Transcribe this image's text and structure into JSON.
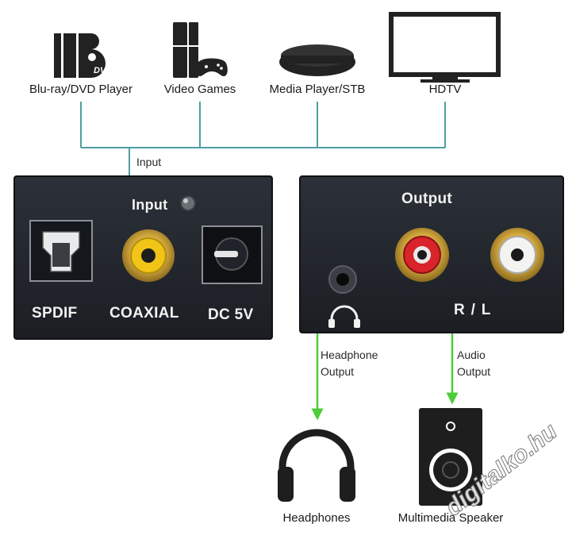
{
  "sources": [
    {
      "label": "Blu-ray/DVD Player",
      "icon": "bluray-dvd-player-icon"
    },
    {
      "label": "Video Games",
      "icon": "game-console-icon"
    },
    {
      "label": "Media Player/STB",
      "icon": "media-player-stb-icon"
    },
    {
      "label": "HDTV",
      "icon": "hdtv-icon"
    }
  ],
  "dvd_logo_text": "DVD",
  "input_link_label": "Input",
  "input_panel": {
    "input_label": "Input",
    "ports": [
      "SPDIF",
      "COAXIAL",
      "DC 5V"
    ]
  },
  "output_panel": {
    "output_label": "Output",
    "rl_label": "R / L"
  },
  "headphone_output_label": [
    "Headphone",
    "Output"
  ],
  "audio_output_label": [
    "Audio",
    "Output"
  ],
  "destinations": [
    {
      "label": "Headphones",
      "icon": "headphones-icon"
    },
    {
      "label": "Multimedia Speaker",
      "icon": "speaker-icon"
    }
  ],
  "watermark": "digitalko.hu",
  "colors": {
    "connector_line": "#4f9ea2",
    "panel": "#23272e",
    "arrow": "#4ecb3a",
    "gold": "#d9b34a",
    "red_jack": "#d8242a",
    "yellow_jack": "#f1c417"
  }
}
